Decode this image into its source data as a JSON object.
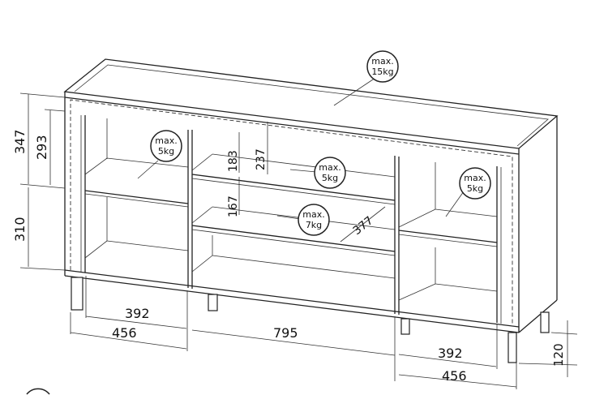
{
  "dimensions": {
    "height_upper": "347",
    "height_upper_inner": "293",
    "height_lower": "310",
    "shelf_gap_upper": "183",
    "shelf_gap_upper_total": "237",
    "shelf_gap_lower": "167",
    "depth": "377",
    "left_inner_width": "392",
    "left_outer_width": "456",
    "middle_width": "795",
    "right_inner_width": "392",
    "right_outer_width": "456",
    "leg_height": "120"
  },
  "load_labels": [
    {
      "line1": "max.",
      "line2": "15kg"
    },
    {
      "line1": "max.",
      "line2": "5kg"
    },
    {
      "line1": "max.",
      "line2": "5kg"
    },
    {
      "line1": "max.",
      "line2": "5kg"
    },
    {
      "line1": "max.",
      "line2": "7kg"
    }
  ]
}
